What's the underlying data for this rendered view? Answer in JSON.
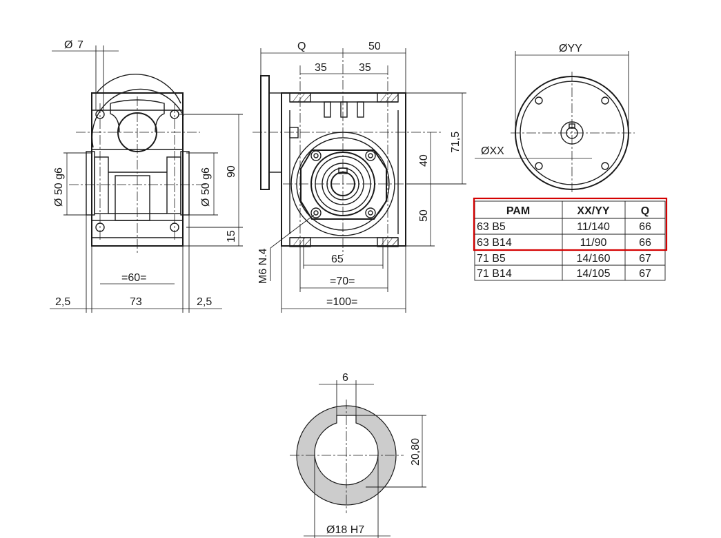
{
  "view1": {
    "phi": "Ø",
    "dia_top": "7",
    "shaft_left": "50 g6",
    "shaft_right": "50 g6",
    "height_90": "90",
    "height_15": "15",
    "width_60": "=60=",
    "dim_left": "2,5",
    "dim_mid": "73",
    "dim_right": "2,5"
  },
  "view2": {
    "q": "Q",
    "w50": "50",
    "w35a": "35",
    "w35b": "35",
    "h715": "71,5",
    "h40": "40",
    "h50": "50",
    "thread": "M6 N.4",
    "d65": "65",
    "w70": "=70=",
    "w100": "=100="
  },
  "view3": {
    "yy": "YY",
    "xx": "XX"
  },
  "table": {
    "headers": [
      "PAM",
      "XX/YY",
      "Q"
    ],
    "rows": [
      [
        "63 B5",
        "11/140",
        "66"
      ],
      [
        "63 B14",
        "11/90",
        "66"
      ],
      [
        "71 B5",
        "14/160",
        "67"
      ],
      [
        "71 B14",
        "14/105",
        "67"
      ]
    ],
    "highlight_color": "#d40000"
  },
  "bore": {
    "key": "6",
    "depth": "20,80",
    "dia": "18 H7",
    "fill_color": "#cccccc"
  }
}
